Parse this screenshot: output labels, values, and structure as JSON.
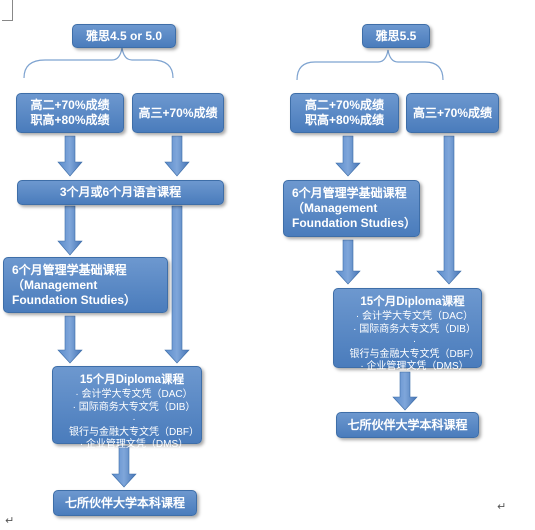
{
  "left": {
    "top": "雅思4.5 or 5.0",
    "branch_a": [
      "高二+70%成绩",
      "职高+80%成绩"
    ],
    "branch_b": "高三+70%成绩",
    "language": "3个月或6个月语言课程",
    "foundation": [
      "6个月管理学基础课程",
      "（Management",
      "Foundation Studies）"
    ],
    "diploma": {
      "title": "15个月Diploma课程",
      "items": [
        "会计学大专文凭（DAC）",
        "国际商务大专文凭（DIB）",
        "银行与金融大专文凭（DBF）",
        "企业管理文凭（DMS）"
      ]
    },
    "final": "七所伙伴大学本科课程"
  },
  "right": {
    "top": "雅思5.5",
    "branch_a": [
      "高二+70%成绩",
      "职高+80%成绩"
    ],
    "branch_b": "高三+70%成绩",
    "foundation": [
      "6个月管理学基础课程",
      "（Management",
      "Foundation Studies）"
    ],
    "diploma": {
      "title": "15个月Diploma课程",
      "items": [
        "会计学大专文凭（DAC）",
        "国际商务大专文凭（DIB）",
        "银行与金融大专文凭（DBF）",
        "企业管理文凭（DMS）"
      ]
    },
    "final": "七所伙伴大学本科课程"
  },
  "marks": {
    "return_1": "↵",
    "return_2": "↵"
  },
  "colors": {
    "box_fill": "#5585c5",
    "box_border": "#3e6ea8",
    "arrow_fill": "#4a7cbc"
  }
}
